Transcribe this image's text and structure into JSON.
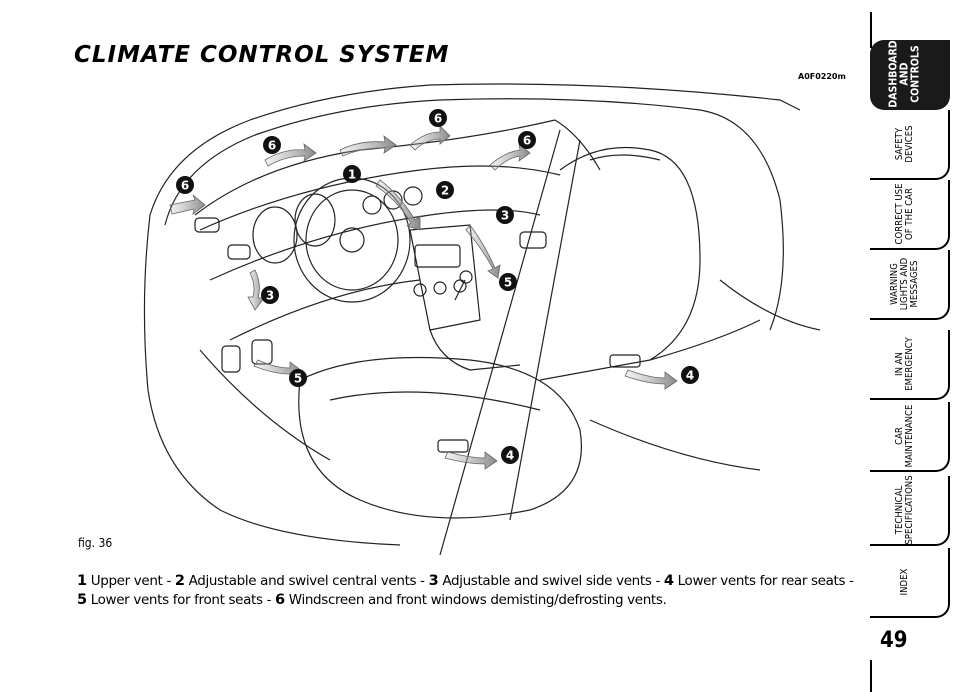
{
  "page": {
    "title": "CLIMATE CONTROL SYSTEM",
    "figure_code": "A0F0220m",
    "figure_label": "fig. 36",
    "page_number": "49"
  },
  "callouts": [
    "1",
    "2",
    "3",
    "3",
    "4",
    "4",
    "5",
    "5",
    "6",
    "6",
    "6",
    "6"
  ],
  "caption": [
    {
      "num": "1",
      "text": " Upper vent - "
    },
    {
      "num": "2",
      "text": " Adjustable and swivel central vents - "
    },
    {
      "num": "3",
      "text": " Adjustable and swivel side vents - "
    },
    {
      "num": "4",
      "text": " Lower vents for rear seats - "
    },
    {
      "num": "5",
      "text": " Lower vents for front seats - "
    },
    {
      "num": "6",
      "text": " Windscreen and front windows demisting/defrosting vents."
    }
  ],
  "tabs": [
    {
      "label": "DASHBOARD\nAND\nCONTROLS",
      "active": true
    },
    {
      "label": "SAFETY\nDEVICES",
      "active": false
    },
    {
      "label": "CORRECT USE\nOF THE CAR",
      "active": false
    },
    {
      "label": "WARNING\nLIGHTS AND\nMESSAGES",
      "active": false
    },
    {
      "label": "IN AN\nEMERGENCY",
      "active": false
    },
    {
      "label": "CAR\nMAINTENANCE",
      "active": false
    },
    {
      "label": "TECHNICAL\nSPECIFICATIONS",
      "active": false
    },
    {
      "label": "INDEX",
      "active": false
    }
  ]
}
